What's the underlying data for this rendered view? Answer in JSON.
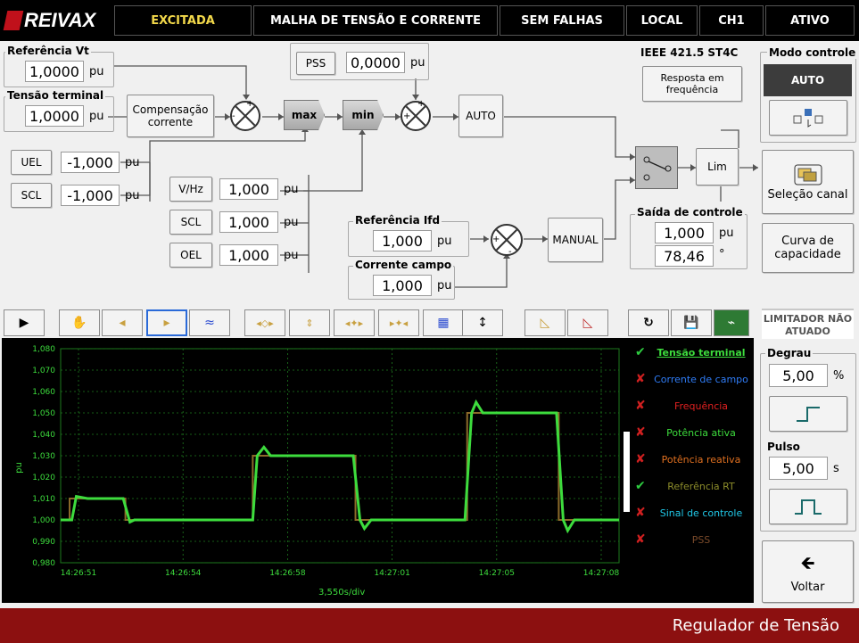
{
  "header": {
    "brand": "REIVAX",
    "items": [
      "EXCITADA",
      "MALHA DE TENSÃO E CORRENTE",
      "SEM FALHAS",
      "LOCAL",
      "CH1",
      "ATIVO"
    ]
  },
  "diagram": {
    "ref_vt_title": "Referência Vt",
    "ref_vt_value": "1,0000",
    "ref_vt_unit": "pu",
    "vterm_title": "Tensão terminal",
    "vterm_value": "1,0000",
    "vterm_unit": "pu",
    "comp": "Compensação corrente",
    "pss_label": "PSS",
    "pss_value": "0,0000",
    "pss_unit": "pu",
    "max": "max",
    "min": "min",
    "auto": "AUTO",
    "manual": "MANUAL",
    "lim": "Lim",
    "uel_label": "UEL",
    "uel_value": "-1,000",
    "uel_unit": "pu",
    "scl_label": "SCL",
    "scl_value": "-1,000",
    "scl_unit": "pu",
    "vhz_label": "V/Hz",
    "vhz_value": "1,000",
    "vhz_unit": "pu",
    "scl2_label": "SCL",
    "scl2_value": "1,000",
    "scl2_unit": "pu",
    "oel_label": "OEL",
    "oel_value": "1,000",
    "oel_unit": "pu",
    "ifd_title": "Referência Ifd",
    "ifd_value": "1,000",
    "ifd_unit": "pu",
    "campo_title": "Corrente campo",
    "campo_value": "1,000",
    "campo_unit": "pu",
    "ieee": "IEEE 421.5 ST4C",
    "resp_freq": "Resposta em frequência",
    "saida_title": "Saída de controle",
    "saida_value1": "1,000",
    "saida_unit1": "pu",
    "saida_value2": "78,46",
    "saida_unit2": "°"
  },
  "modo": {
    "title": "Modo controle",
    "auto": "AUTO"
  },
  "right": {
    "selecao": "Seleção canal",
    "curva": "Curva de capacidade",
    "limitador": "LIMITADOR NÃO ATUADO",
    "degrau_title": "Degrau",
    "degrau_value": "5,00",
    "degrau_unit": "%",
    "pulso_title": "Pulso",
    "pulso_value": "5,00",
    "pulso_unit": "s",
    "voltar": "Voltar"
  },
  "chart_data": {
    "type": "line",
    "ylabel": "pu",
    "xlabel": "3,550s/div",
    "yticks": [
      "1,080",
      "1,070",
      "1,060",
      "1,050",
      "1,040",
      "1,030",
      "1,020",
      "1,010",
      "1,000",
      "0,990",
      "0,980"
    ],
    "ylim": [
      0.98,
      1.08
    ],
    "xticks": [
      "14:26:51",
      "14:26:54",
      "14:26:58",
      "14:27:01",
      "14:27:05",
      "14:27:08"
    ],
    "grid": true,
    "series": [
      {
        "name": "Tensão terminal",
        "color": "#3ddc3d",
        "enabled": true,
        "x": [
          0,
          0.5,
          0.7,
          1.2,
          2.8,
          3.1,
          3.3,
          8.6,
          8.8,
          9.1,
          9.4,
          13.1,
          13.4,
          13.6,
          13.9,
          18.1,
          18.4,
          18.6,
          18.9,
          22.2,
          22.5,
          22.7,
          23.0,
          25.0
        ],
        "values": [
          1.0,
          1.0,
          1.011,
          1.01,
          1.01,
          0.999,
          1.0,
          1.0,
          1.03,
          1.034,
          1.03,
          1.03,
          1.0,
          0.996,
          1.0,
          1.0,
          1.05,
          1.055,
          1.05,
          1.05,
          1.0,
          0.995,
          1.0,
          1.0
        ]
      },
      {
        "name": "Referência RT",
        "color": "#8c6a2a",
        "enabled": true,
        "x": [
          0,
          0.4,
          0.4,
          2.9,
          2.9,
          8.6,
          8.6,
          13.2,
          13.2,
          18.2,
          18.2,
          22.3,
          22.3,
          25.0
        ],
        "values": [
          1.0,
          1.0,
          1.01,
          1.01,
          1.0,
          1.0,
          1.03,
          1.03,
          1.0,
          1.0,
          1.05,
          1.05,
          1.0,
          1.0
        ]
      }
    ],
    "legend": [
      {
        "name": "Tensão terminal",
        "color": "#3ddc3d",
        "enabled": true
      },
      {
        "name": "Corrente de campo",
        "color": "#2f7cf6",
        "enabled": false
      },
      {
        "name": "Frequência",
        "color": "#e02020",
        "enabled": false
      },
      {
        "name": "Potência ativa",
        "color": "#3ddc3d",
        "enabled": false
      },
      {
        "name": "Potência reativa",
        "color": "#e07020",
        "enabled": false
      },
      {
        "name": "Referência RT",
        "color": "#8c8c2a",
        "enabled": true
      },
      {
        "name": "Sinal de controle",
        "color": "#20c8e8",
        "enabled": false
      },
      {
        "name": "PSS",
        "color": "#7a4a2a",
        "enabled": false
      }
    ]
  },
  "footer": {
    "title": "Regulador de Tensão"
  }
}
